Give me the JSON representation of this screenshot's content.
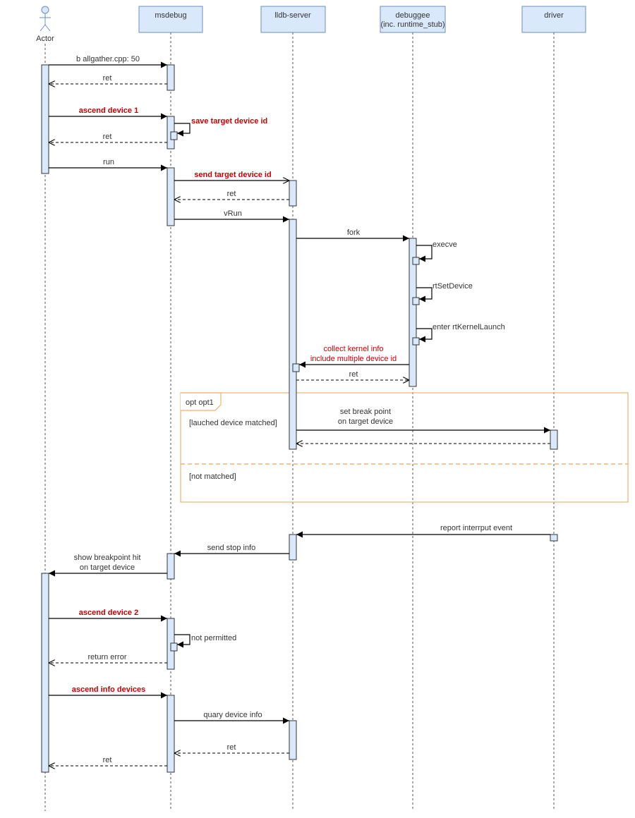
{
  "participants": {
    "actor": "Actor",
    "msdebug": "msdebug",
    "lldb": "lldb-server",
    "debuggee": "debuggee",
    "debuggee_sub": "(inc. runtime_stub)",
    "driver": "driver"
  },
  "messages": {
    "m1": "b allgather.cpp: 50",
    "r1": "ret",
    "m2": "ascend device 1",
    "s1": "save target device id",
    "r2": "ret",
    "m3": "run",
    "m4": "send target device id",
    "r3": "ret",
    "m5": "vRun",
    "m6": "fork",
    "s2": "execve",
    "s3": "rtSetDevice",
    "s4": "enter rtKernelLaunch",
    "m7a": "collect kernel info",
    "m7b": "include multiple device id",
    "r4": "ret",
    "m8a": "set break point",
    "m8b": "on target device",
    "m9": "report interrput event",
    "m10": "send stop info",
    "m11a": "show breakpoint hit",
    "m11b": "on target device",
    "m12": "ascend device 2",
    "s5": "not permitted",
    "r5": "return error",
    "m13": "ascend info devices",
    "m14": "quary device info",
    "r6": "ret",
    "r7": "ret"
  },
  "frame": {
    "label": "opt opt1",
    "guard1": "[lauched device matched]",
    "guard2": "[not matched]"
  },
  "colors": {
    "participant_fill": "#dae8fc",
    "participant_border": "#6c8ebf",
    "highlight_text": "#cc0000",
    "frame_border": "#f0b070"
  }
}
